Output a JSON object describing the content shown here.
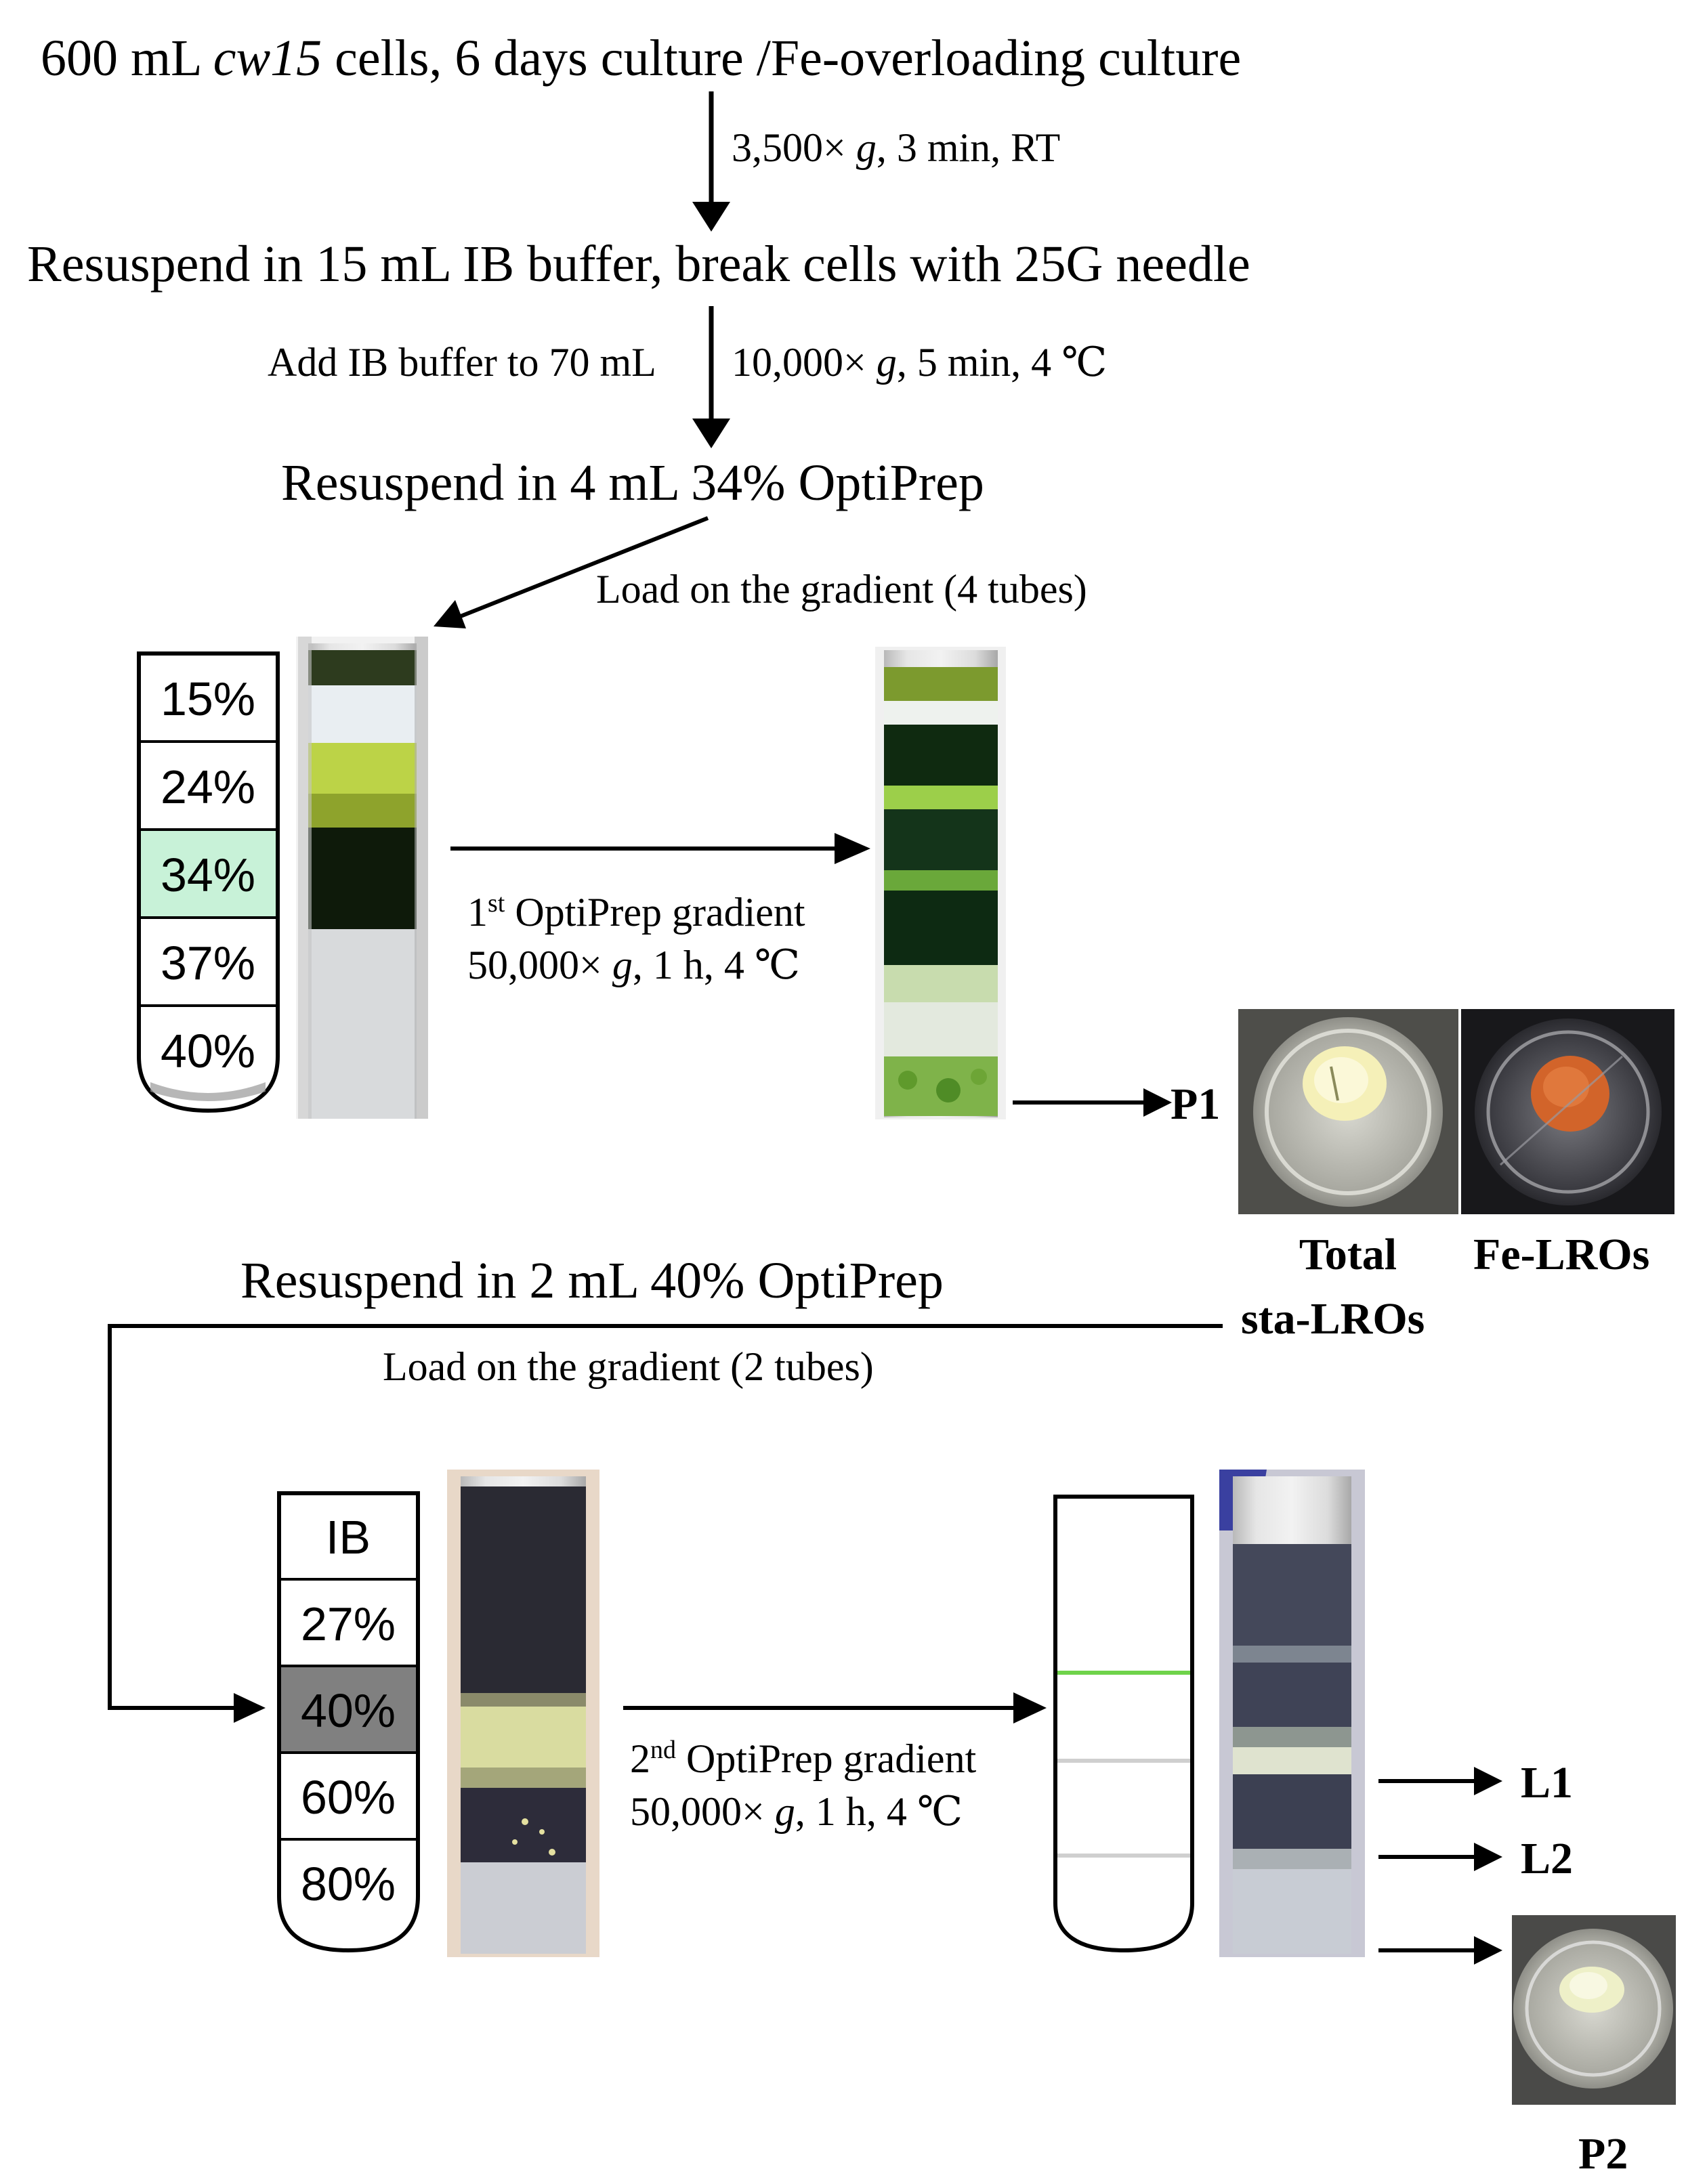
{
  "steps": {
    "start": {
      "pre": "600 mL ",
      "italic": "cw15",
      "post": " cells, 6 days culture /Fe-overloading culture"
    },
    "spin1": {
      "pre": "3,500× ",
      "italic": "g",
      "post": ", 3 min, RT"
    },
    "resuspend1": "Resuspend in 15 mL IB buffer, break cells with 25G needle",
    "add_ib": "Add IB buffer to 70 mL",
    "spin2": {
      "pre": "10,000× ",
      "italic": "g",
      "post": ", 5 min, 4 ℃"
    },
    "resuspend2": "Resuspend in 4 mL 34% OptiPrep",
    "load1": "Load on the gradient (4 tubes)",
    "gradient1": {
      "ord": "1",
      "sup": "st",
      "name": " OptiPrep gradient",
      "spin_pre": "50,000× ",
      "spin_italic": "g",
      "spin_post": ", 1 h, 4 ℃"
    },
    "resuspend3": "Resuspend in 2 mL 40% OptiPrep",
    "load2": "Load on the gradient (2 tubes)",
    "gradient2": {
      "ord": "2",
      "sup": "nd",
      "name": " OptiPrep gradient",
      "spin_pre": "50,000× ",
      "spin_italic": "g",
      "spin_post": ", 1 h, 4 ℃"
    }
  },
  "tube1_layers": [
    "15%",
    "24%",
    "34%",
    "37%",
    "40%"
  ],
  "tube2_layers": [
    "IB",
    "27%",
    "40%",
    "60%",
    "80%"
  ],
  "fractions": {
    "p1": "P1",
    "total_line1": "Total",
    "total_line2": "sta-LROs",
    "fe": "Fe-LROs",
    "l1": "L1",
    "l2": "L2",
    "p2": "P2"
  },
  "colors": {
    "highlight_34": "#c8f2d8",
    "highlight_40": "#808080",
    "band_green": "#6fd34a"
  }
}
